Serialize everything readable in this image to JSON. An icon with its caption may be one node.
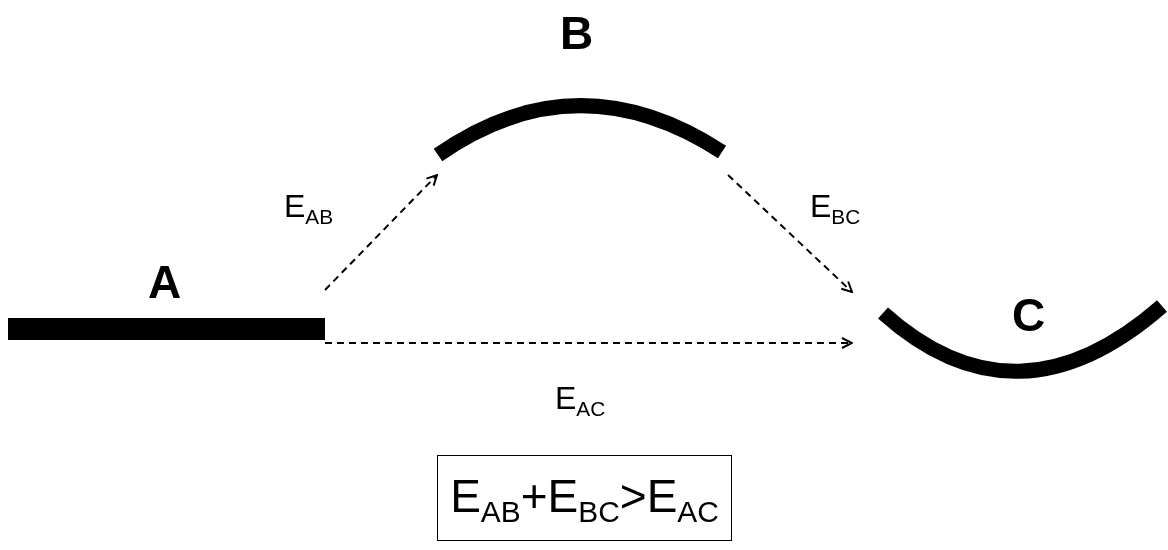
{
  "diagram": {
    "nodes": [
      {
        "text": [
          "A"
        ]
      },
      {
        "text": [
          "B"
        ]
      },
      {
        "text": [
          "C"
        ]
      },
      {
        "text": [
          "E$_{AB}$+E$_{BC}$>E$_{AC}$"
        ]
      }
    ],
    "edges": [
      {
        "from": 0,
        "to": 1,
        "arrow": "to",
        "label": "E$_{AB}$",
        "style": "dashed"
      },
      {
        "from": 1,
        "to": 2,
        "arrow": "to",
        "label": "E$_{BC}$",
        "style": "dashed"
      },
      {
        "from": 0,
        "to": 2,
        "arrow": "to",
        "label": "E$_{AC}$",
        "style": "dashed"
      }
    ]
  }
}
